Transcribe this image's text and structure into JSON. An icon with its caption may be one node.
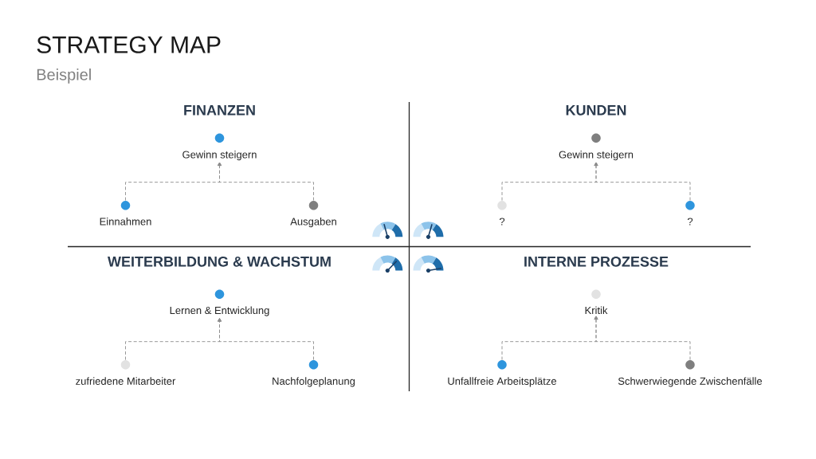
{
  "diagram": {
    "title": "STRATEGY MAP",
    "nodes": [
      {
        "text": [
          "Gewinn steigern"
        ]
      },
      {
        "text": [
          "Einnahmen"
        ]
      },
      {
        "text": [
          "Ausgaben"
        ]
      },
      {
        "text": [
          "Gewinn steigern"
        ]
      },
      {
        "text": [
          "?"
        ]
      },
      {
        "text": [
          "?"
        ]
      },
      {
        "text": [
          "Lernen & Entwicklung"
        ]
      },
      {
        "text": [
          "zufriedene Mitarbeiter"
        ]
      },
      {
        "text": [
          "Nachfolgeplanung"
        ]
      },
      {
        "text": [
          "Kritik"
        ]
      },
      {
        "text": [
          "Unfallfreie Arbeitsplätze"
        ]
      },
      {
        "text": [
          "Schwerwiegende Zwischenfälle"
        ]
      }
    ],
    "edges": [
      {
        "from": 1,
        "to": 0,
        "arrow": "to",
        "style": "dashed"
      },
      {
        "from": 2,
        "to": 0,
        "arrow": "to",
        "style": "dashed"
      },
      {
        "from": 4,
        "to": 3,
        "arrow": "to",
        "style": "dashed"
      },
      {
        "from": 5,
        "to": 3,
        "arrow": "to",
        "style": "dashed"
      },
      {
        "from": 7,
        "to": 6,
        "arrow": "to",
        "style": "dashed"
      },
      {
        "from": 8,
        "to": 6,
        "arrow": "to",
        "style": "dashed"
      },
      {
        "from": 10,
        "to": 9,
        "arrow": "to",
        "style": "dashed"
      },
      {
        "from": 11,
        "to": 9,
        "arrow": "to",
        "style": "dashed"
      }
    ],
    "labels": [
      "Beispiel",
      "FINANZEN",
      "KUNDEN",
      "WEITERBILDUNG & WACHSTUM",
      "INTERNE PROZESSE"
    ]
  }
}
